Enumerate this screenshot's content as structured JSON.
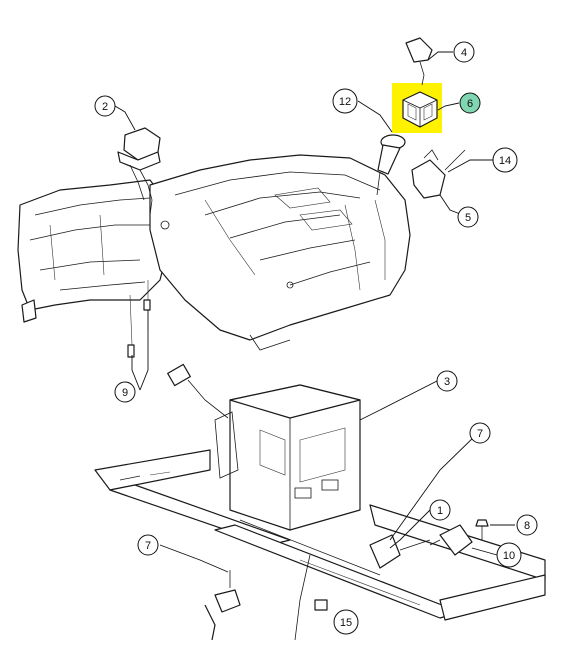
{
  "callouts": [
    {
      "id": "4",
      "label": "4"
    },
    {
      "id": "6",
      "label": "6",
      "highlighted": true
    },
    {
      "id": "12",
      "label": "12"
    },
    {
      "id": "2",
      "label": "2"
    },
    {
      "id": "14",
      "label": "14"
    },
    {
      "id": "5",
      "label": "5"
    },
    {
      "id": "9",
      "label": "9"
    },
    {
      "id": "3",
      "label": "3"
    },
    {
      "id": "7a",
      "label": "7"
    },
    {
      "id": "1",
      "label": "1"
    },
    {
      "id": "8",
      "label": "8"
    },
    {
      "id": "10",
      "label": "10"
    },
    {
      "id": "7b",
      "label": "7"
    },
    {
      "id": "15",
      "label": "15"
    }
  ],
  "colors": {
    "highlight": "#fff200",
    "highlight_badge": "#7fd6b0",
    "line": "#1a1a1a"
  }
}
